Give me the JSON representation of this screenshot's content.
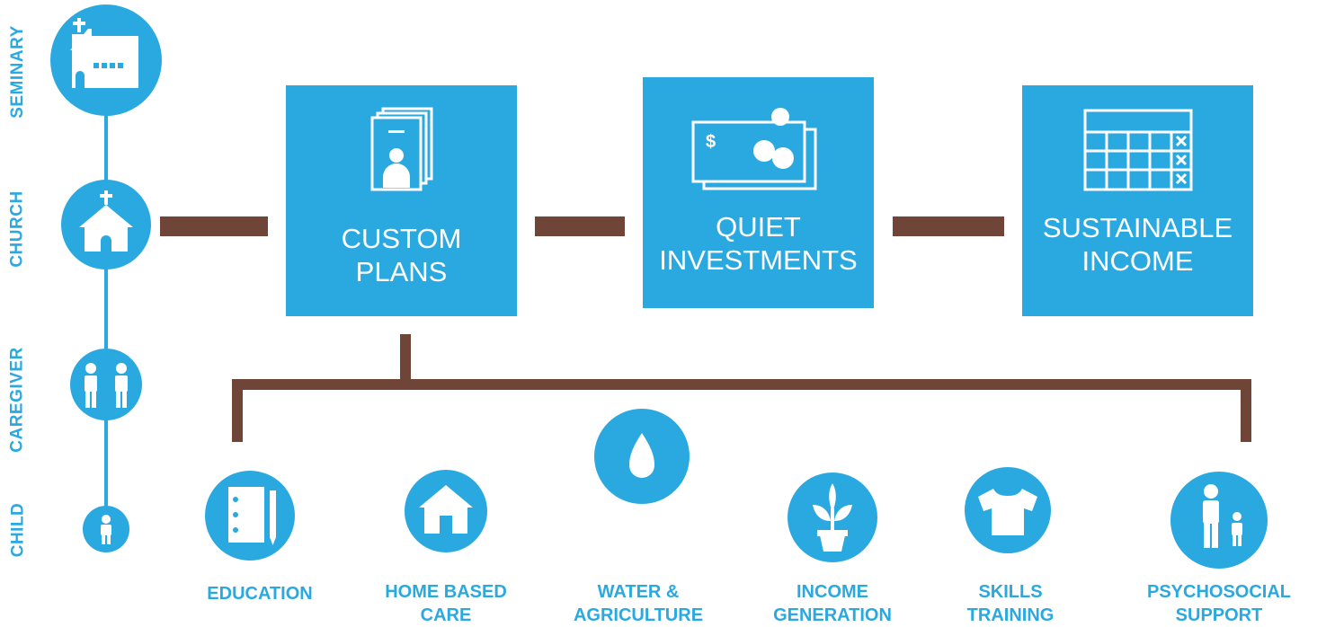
{
  "colors": {
    "primary": "#2aa9e0",
    "connector": "#6e4536",
    "background": "#ffffff"
  },
  "levels": [
    {
      "label": "SEMINARY",
      "icon": "church-building-icon"
    },
    {
      "label": "CHURCH",
      "icon": "chapel-icon"
    },
    {
      "label": "CAREGIVER",
      "icon": "caregiver-pair-icon"
    },
    {
      "label": "CHILD",
      "icon": "child-icon"
    }
  ],
  "steps": [
    {
      "line1": "CUSTOM",
      "line2": "PLANS",
      "icon": "documents-profile-icon"
    },
    {
      "line1": "QUIET",
      "line2": "INVESTMENTS",
      "icon": "money-coins-icon"
    },
    {
      "line1": "SUSTAINABLE",
      "line2": "INCOME",
      "icon": "calendar-ledger-icon"
    }
  ],
  "services": [
    {
      "line1": "EDUCATION",
      "line2": "",
      "icon": "notebook-pencil-icon"
    },
    {
      "line1": "HOME BASED",
      "line2": "CARE",
      "icon": "house-icon"
    },
    {
      "line1": "WATER &",
      "line2": "AGRICULTURE",
      "icon": "water-drop-icon"
    },
    {
      "line1": "INCOME",
      "line2": "GENERATION",
      "icon": "seedling-pot-icon"
    },
    {
      "line1": "SKILLS",
      "line2": "TRAINING",
      "icon": "tshirt-icon"
    },
    {
      "line1": "PSYCHOSOCIAL",
      "line2": "SUPPORT",
      "icon": "adult-child-icon"
    }
  ]
}
